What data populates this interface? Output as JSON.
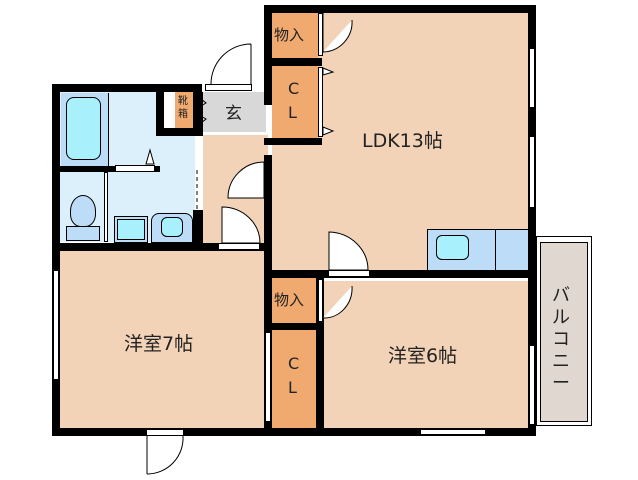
{
  "colors": {
    "room_floor": "#f2d3b7",
    "storage": "#f0aa70",
    "wet_area": "#dcf0fc",
    "fixture": "#bcdcf8",
    "fixture_inner": "#a8f0fc",
    "entrance": "#d8d8d8",
    "balcony": "#e0d8d0",
    "wall": "#000000"
  },
  "rooms": {
    "ldk": {
      "label": "LDK13帖"
    },
    "western_7": {
      "label": "洋室7帖"
    },
    "western_6": {
      "label": "洋室6帖"
    },
    "balcony": {
      "label": "バルコニー"
    },
    "entrance": {
      "label": "玄"
    },
    "shoe_box": {
      "label": "靴箱"
    },
    "storage_top": {
      "label": "物入"
    },
    "closet_top": {
      "label": "CL"
    },
    "storage_mid": {
      "label": "物入"
    },
    "closet_bottom": {
      "label": "CL"
    }
  }
}
